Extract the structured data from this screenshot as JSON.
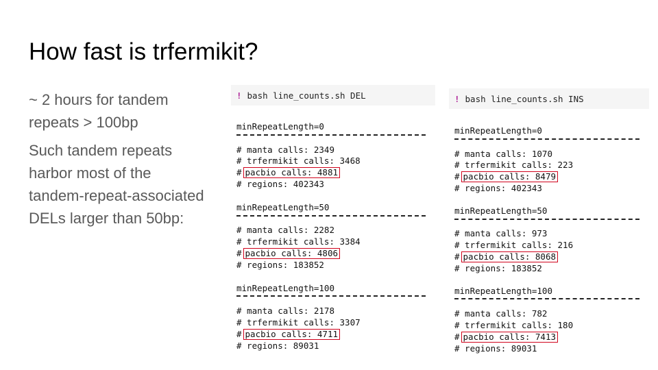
{
  "title": "How fast is trfermikit?",
  "body": {
    "p1_line1": "~ 2 hours for tandem",
    "p1_line2": "repeats > 100bp",
    "p2_line1": "Such tandem repeats",
    "p2_line2": "harbor most of the",
    "p2_line3": "tandem-repeat-associated",
    "p2_line4": "DELs larger than 50bp:"
  },
  "colors": {
    "highlight_box": "#d0021b",
    "command_bang": "#b0279a",
    "body_text": "#595959"
  },
  "del_panel": {
    "command_bang": "!",
    "command": "bash line_counts.sh DEL",
    "blocks": [
      {
        "header": "minRepeatLength=0",
        "manta": "# manta calls: 2349",
        "trf": "# trfermikit calls: 3468",
        "hash": "#",
        "pacbio": "pacbio calls: 4881",
        "regions": "# regions: 402343"
      },
      {
        "header": "minRepeatLength=50",
        "manta": "# manta calls: 2282",
        "trf": "# trfermikit calls: 3384",
        "hash": "#",
        "pacbio": "pacbio calls: 4806",
        "regions": "# regions: 183852"
      },
      {
        "header": "minRepeatLength=100",
        "manta": "# manta calls: 2178",
        "trf": "# trfermikit calls: 3307",
        "hash": "#",
        "pacbio": "pacbio calls: 4711",
        "regions": "# regions: 89031"
      }
    ]
  },
  "ins_panel": {
    "command_bang": "!",
    "command": "bash line_counts.sh INS",
    "blocks": [
      {
        "header": "minRepeatLength=0",
        "manta": "# manta calls: 1070",
        "trf": "# trfermikit calls: 223",
        "hash": "#",
        "pacbio": "pacbio calls: 8479",
        "regions": "# regions: 402343"
      },
      {
        "header": "minRepeatLength=50",
        "manta": "# manta calls: 973",
        "trf": "# trfermikit calls: 216",
        "hash": "#",
        "pacbio": "pacbio calls: 8068",
        "regions": "# regions: 183852"
      },
      {
        "header": "minRepeatLength=100",
        "manta": "# manta calls: 782",
        "trf": "# trfermikit calls: 180",
        "hash": "#",
        "pacbio": "pacbio calls: 7413",
        "regions": "# regions: 89031"
      }
    ]
  }
}
